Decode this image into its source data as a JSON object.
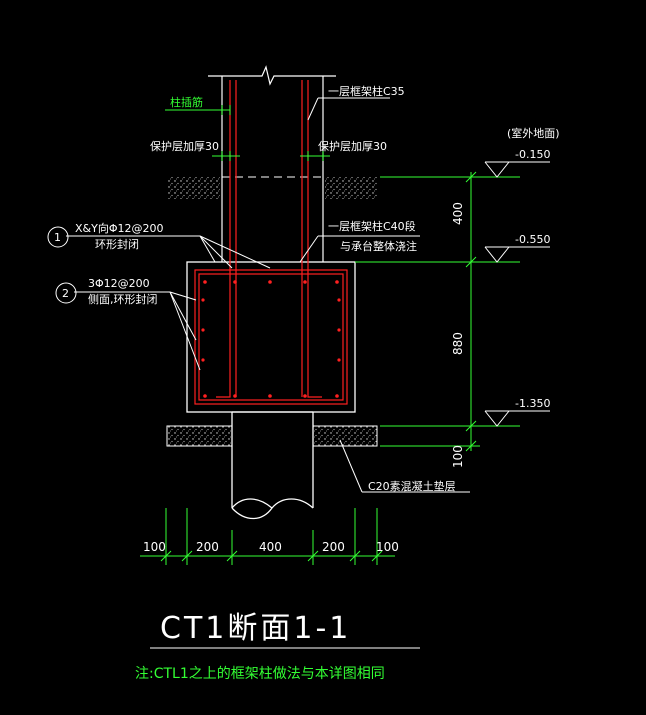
{
  "column_label": "柱插筋",
  "column_note": "一层框架柱C35",
  "cover_left": "保护层加厚30",
  "cover_right": "保护层加厚30",
  "ground_label": "(室外地面)",
  "elev_1": "-0.150",
  "elev_2": "-0.550",
  "elev_3": "-1.350",
  "col_note2_line1": "一层框架柱C40段",
  "col_note2_line2": "与承台整体浇注",
  "callout_1_num": "1",
  "callout_1_line1": "X&Y向Φ12@200",
  "callout_1_line2": "环形封闭",
  "callout_2_num": "2",
  "callout_2_line1": "3Φ12@200",
  "callout_2_line2": "侧面,环形封闭",
  "bedding_note": "C20素混凝土垫层",
  "vdim_400": "400",
  "vdim_880": "880",
  "vdim_100": "100",
  "hdim_1": "100",
  "hdim_2": "200",
  "hdim_3": "400",
  "hdim_4": "200",
  "hdim_5": "100",
  "title": "CT1断面1-1",
  "footnote": "注:CTL1之上的框架柱做法与本详图相同",
  "colors": {
    "background": "#000000",
    "outline": "#ffffff",
    "rebar": "#ff2020",
    "dimension": "#33ff33",
    "text": "#ffffff",
    "note": "#33ff33"
  }
}
